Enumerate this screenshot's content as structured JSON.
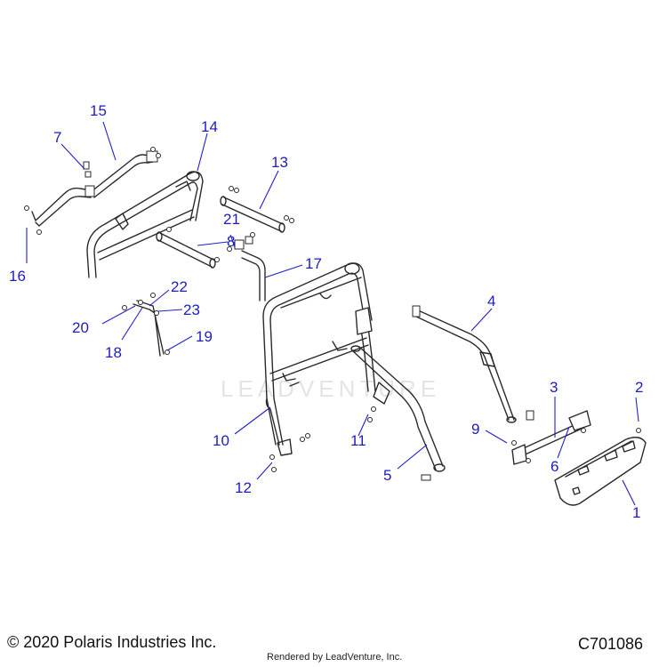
{
  "diagram": {
    "watermark": "LEADVENTURE",
    "callouts": [
      "1",
      "2",
      "3",
      "4",
      "5",
      "6",
      "7",
      "8",
      "9",
      "10",
      "11",
      "12",
      "13",
      "14",
      "15",
      "16",
      "17",
      "18",
      "19",
      "20",
      "21",
      "22",
      "23"
    ],
    "colors": {
      "callout": "#1d1dbd",
      "linework": "#2a2a2a",
      "watermark": "#e4e4e4"
    }
  },
  "footer": {
    "copyright": "© 2020 Polaris Industries Inc.",
    "rendered_by": "Rendered by LeadVenture, Inc.",
    "drawing_number": "C701086"
  }
}
